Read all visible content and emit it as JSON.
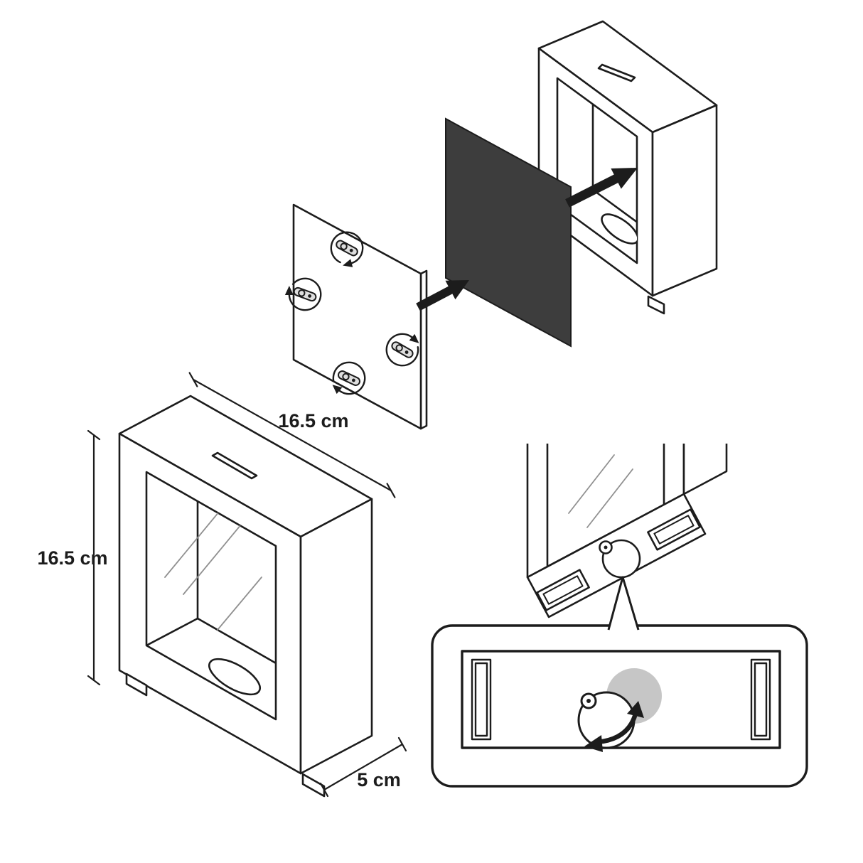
{
  "dimensions": {
    "width": "16.5 cm",
    "height": "16.5 cm",
    "depth": "5 cm"
  },
  "colors": {
    "line": "#1c1c1c",
    "panel-dark": "#3d3d3d",
    "metal": "#dedede",
    "disc-gray": "#c6c6c6",
    "background": "#ffffff"
  },
  "icons": {
    "insert-arrow": "filled straight arrow",
    "rotation-arrow": "circular arrow with arrowhead",
    "turn-clip": "metal turn-button fastener",
    "coin-slot": "thin slot on top face",
    "coin-hole": "elliptical hole in floor",
    "magnifier-callout": "wedge pointer to detail view"
  }
}
